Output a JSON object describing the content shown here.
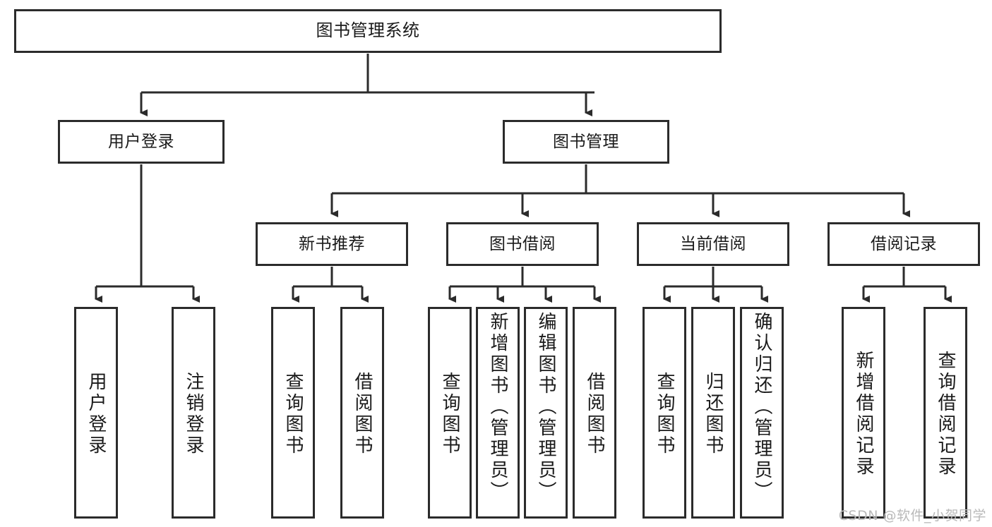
{
  "diagram": {
    "title": "图书管理系统",
    "type": "tree-hierarchy-chart",
    "colors": {
      "box_border": "#2b2b2b",
      "box_fill": "#ffffff",
      "connector": "#2b2b2b",
      "text": "#1a1a1a",
      "watermark": "#b9b9b9"
    },
    "nodes": {
      "root": {
        "label": "图书管理系统"
      },
      "level2": [
        {
          "label": "用户登录"
        },
        {
          "label": "图书管理"
        }
      ],
      "level3": [
        {
          "label": "新书推荐"
        },
        {
          "label": "图书借阅"
        },
        {
          "label": "当前借阅"
        },
        {
          "label": "借阅记录"
        }
      ],
      "leaves": {
        "user_login": [
          {
            "label": "用户登录"
          },
          {
            "label": "注销登录"
          }
        ],
        "new_book_recommend": [
          {
            "label": "查询图书"
          },
          {
            "label": "借阅图书"
          }
        ],
        "book_borrow": [
          {
            "label": "查询图书"
          },
          {
            "label": "新增图书（管理员）"
          },
          {
            "label": "编辑图书（管理员）"
          },
          {
            "label": "借阅图书"
          }
        ],
        "current_borrow": [
          {
            "label": "查询图书"
          },
          {
            "label": "归还图书"
          },
          {
            "label": "确认归还（管理员）"
          }
        ],
        "borrow_record": [
          {
            "label": "新增借阅记录"
          },
          {
            "label": "查询借阅记录"
          }
        ]
      }
    }
  },
  "watermark": {
    "text": "CSDN @软件_小贺同学"
  }
}
